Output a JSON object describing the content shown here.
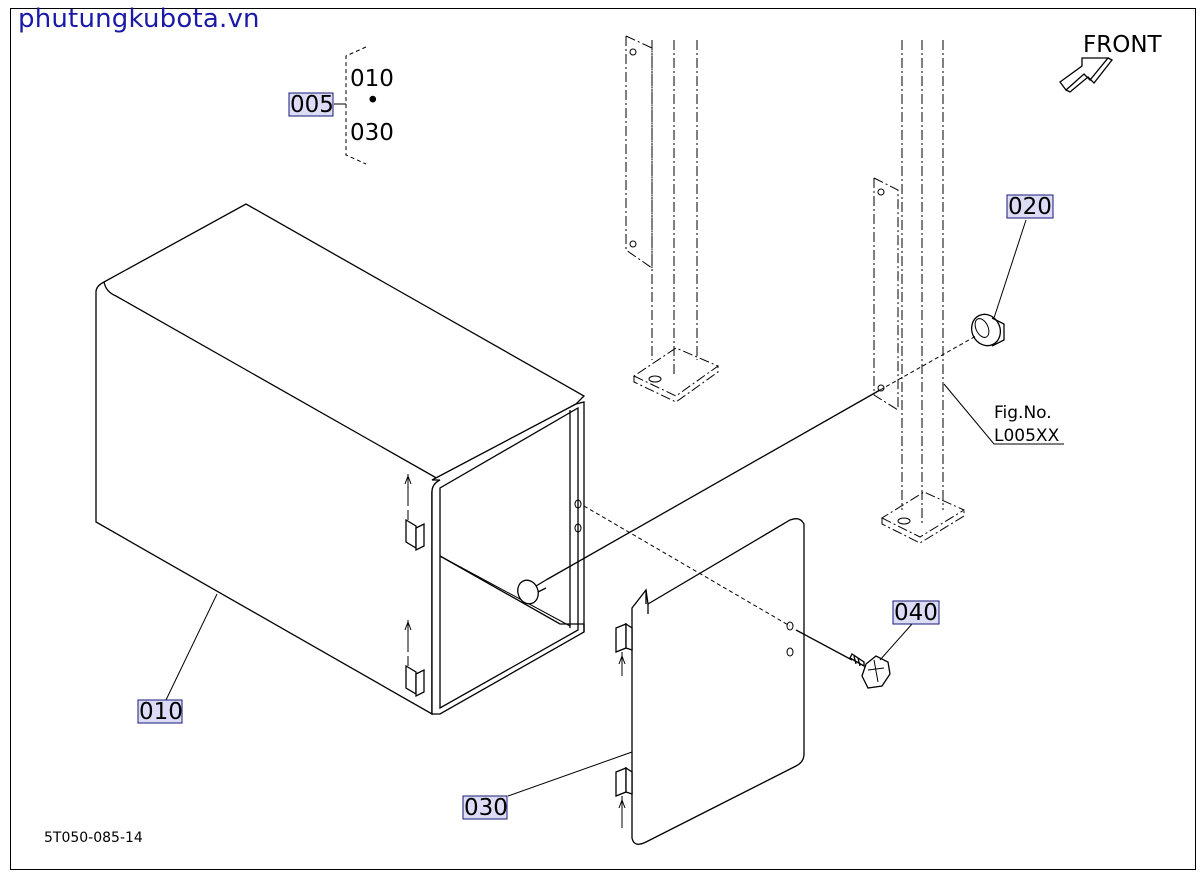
{
  "watermark": "phutungkubota.vn",
  "front_label": "FRONT",
  "assembly_group": {
    "part": "005",
    "top": "010",
    "bottom": "030",
    "dot": "•"
  },
  "callouts": {
    "p010": "010",
    "p020": "020",
    "p030": "030",
    "p040": "040"
  },
  "fig_ref": {
    "line1": "Fig.No.",
    "line2": "L005XX"
  },
  "drawing_code": "5T050-085-14"
}
